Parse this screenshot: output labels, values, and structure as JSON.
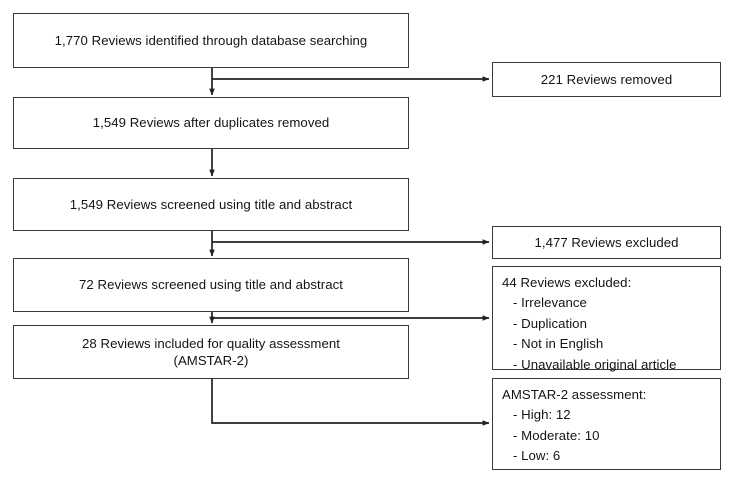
{
  "diagram": {
    "title": "PRISMA-style review selection flow diagram",
    "line_color": "#3a3a3a",
    "text_color": "#141414",
    "background": "#ffffff"
  },
  "main_flow": [
    {
      "id": "identified",
      "text": "1,770 Reviews identified through database searching"
    },
    {
      "id": "deduped",
      "text": "1,549 Reviews after duplicates removed"
    },
    {
      "id": "screened_1",
      "text": "1,549 Reviews screened using title and abstract"
    },
    {
      "id": "screened_2",
      "text": "72 Reviews screened using title and abstract"
    },
    {
      "id": "included",
      "line1": "28 Reviews included for quality assessment",
      "line2": "(AMSTAR-2)"
    }
  ],
  "side_boxes": {
    "removed": {
      "text": "221 Reviews removed"
    },
    "excluded_1477": {
      "text": "1,477 Reviews excluded"
    },
    "excluded_44": {
      "heading": "44 Reviews excluded:",
      "items": [
        "- Irrelevance",
        "- Duplication",
        "- Not in English",
        "- Unavailable original article"
      ]
    },
    "assessment": {
      "heading": "AMSTAR-2 assessment:",
      "items": [
        "- High: 12",
        "- Moderate: 10",
        "- Low: 6"
      ]
    }
  }
}
